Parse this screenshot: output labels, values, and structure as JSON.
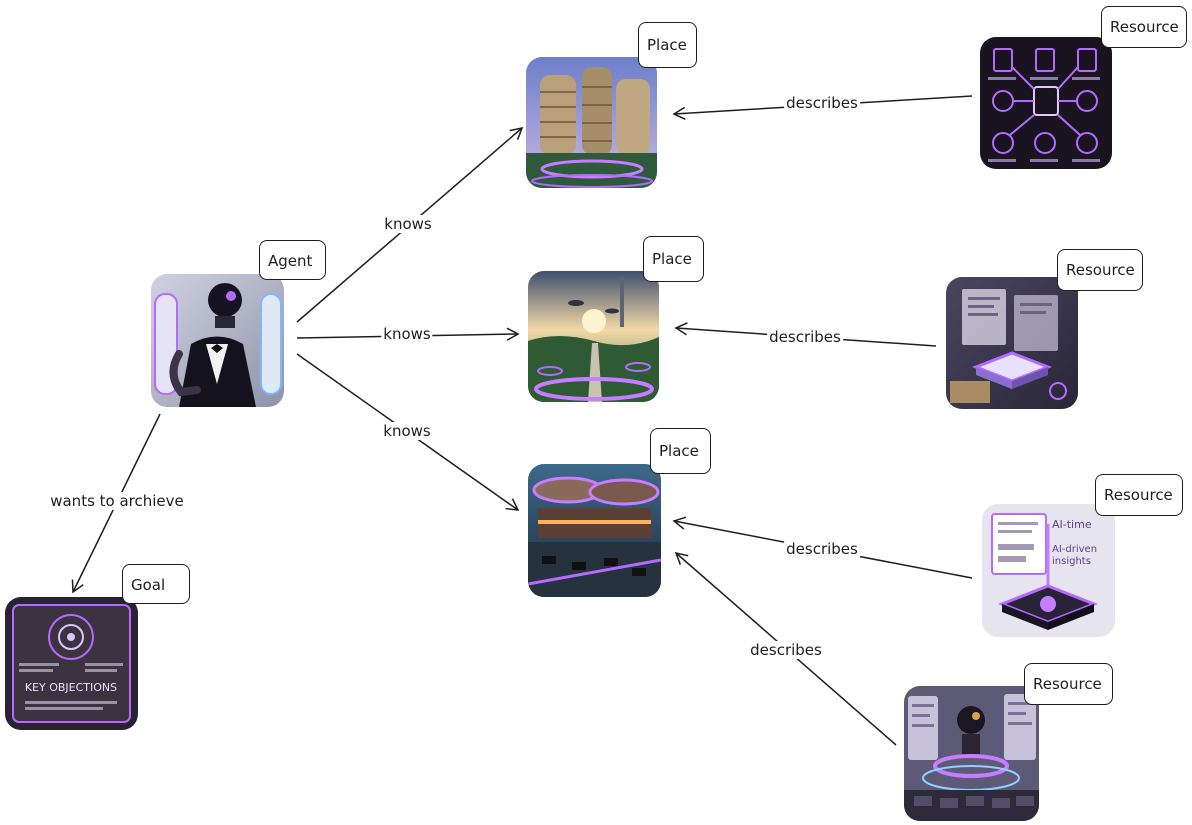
{
  "nodes": {
    "agent": {
      "tag": "Agent"
    },
    "goal": {
      "tag": "Goal"
    },
    "place1": {
      "tag": "Place"
    },
    "place2": {
      "tag": "Place"
    },
    "place3": {
      "tag": "Place"
    },
    "resource1": {
      "tag": "Resource"
    },
    "resource2": {
      "tag": "Resource"
    },
    "resource3": {
      "tag": "Resource"
    },
    "resource4": {
      "tag": "Resource"
    }
  },
  "edges": {
    "agent_place1": "knows",
    "agent_place2": "knows",
    "agent_place3": "knows",
    "agent_goal": "wants to archieve",
    "resource1_place1": "describes",
    "resource2_place2": "describes",
    "resource3_place3": "describes",
    "resource4_place3": "describes"
  },
  "image_text": {
    "goal_heading": "KEY OBJECTIONS",
    "resource3_line1": "AI-time",
    "resource3_line2": "AI-driven",
    "resource3_line3": "insights"
  },
  "colors": {
    "ink": "#1e1e1e",
    "neon_purple": "#b36bff",
    "dark_panel": "#1c1630"
  }
}
